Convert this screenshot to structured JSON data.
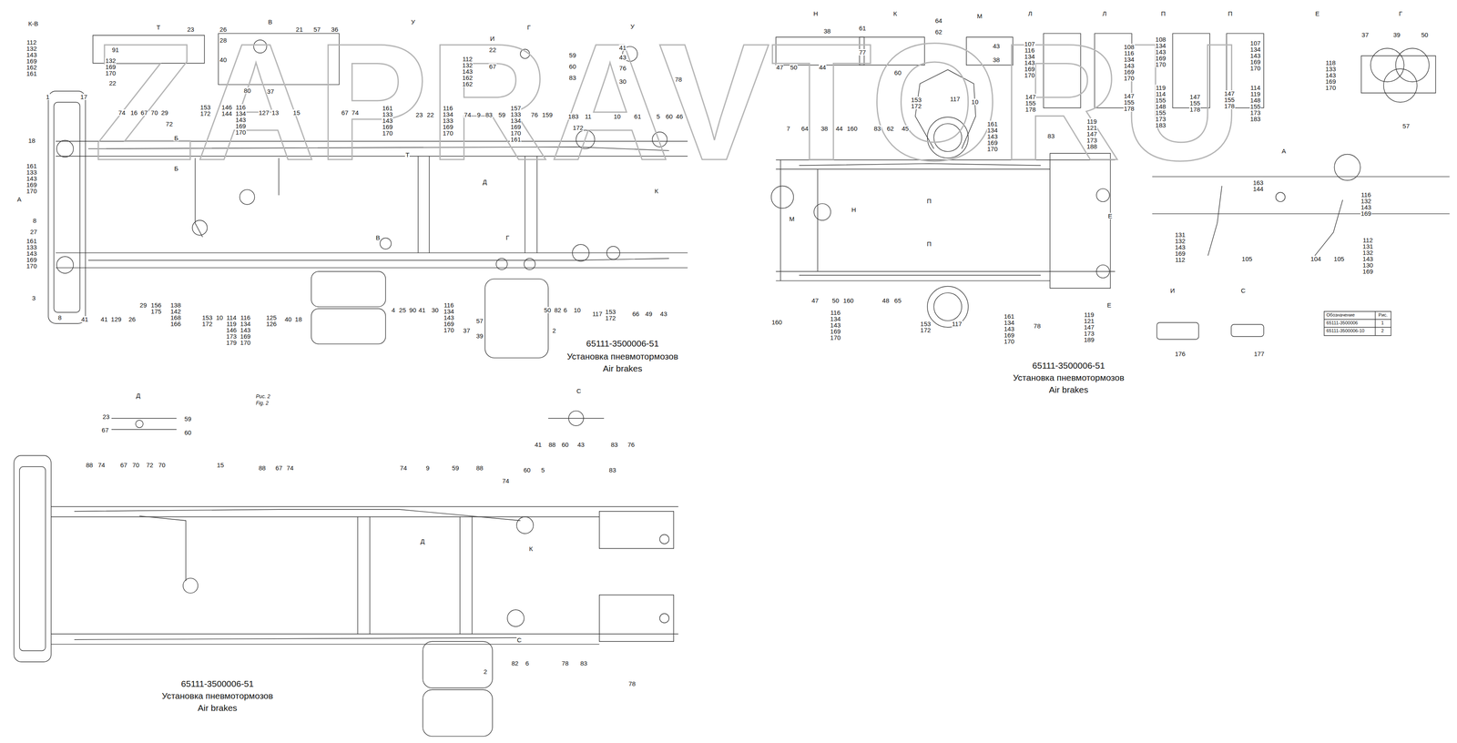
{
  "diagram": {
    "labels": [
      "ZAPRAVTORU",
      "К-В",
      "112 132 143 169 162 161",
      "Т",
      "23",
      "91",
      "132 169 170",
      "22",
      "В",
      "26",
      "28",
      "40",
      "21",
      "57",
      "36",
      "80",
      "37",
      "У",
      "112 132 143 162 162",
      "Г",
      "И",
      "22",
      "67",
      "59",
      "60",
      "83",
      "У",
      "41",
      "43",
      "76",
      "30",
      "78",
      "1",
      "17",
      "18",
      "161 133 143 169 170",
      "А",
      "8",
      "27",
      "161 133 143 169 170",
      "3",
      "8",
      "41",
      "41",
      "129",
      "26",
      "29",
      "156 175",
      "138 142 168 166",
      "153 172",
      "10",
      "114 119 146 173 179",
      "116 134 143 169 170",
      "125 126",
      "40",
      "18",
      "74",
      "16",
      "67",
      "70",
      "29",
      "72",
      "153 172",
      "146 144",
      "116 134 143 169 170",
      "127",
      "13",
      "15",
      "Б",
      "Б",
      "67",
      "74",
      "161 133 143 169 170",
      "23",
      "22",
      "116 134 133 169 170",
      "74",
      "9",
      "83",
      "59",
      "157 133 134 169 170 161",
      "76",
      "159",
      "183",
      "11",
      "10",
      "61",
      "5",
      "60",
      "46",
      "172",
      "Т",
      "Д",
      "К",
      "В",
      "Г",
      "4",
      "25",
      "90",
      "41",
      "30",
      "116 134 143 169 170",
      "37",
      "57",
      "39",
      "50",
      "82",
      "6",
      "10",
      "117",
      "153 172",
      "66",
      "49",
      "43",
      "2",
      "65111-3500006-51",
      "Установка пневмотормозов",
      "Air brakes",
      "Н",
      "38",
      "47",
      "50",
      "44",
      "К",
      "61",
      "64",
      "62",
      "77",
      "60",
      "М",
      "43",
      "38",
      "Л",
      "107 116 134 143 169 170",
      "147 155 178",
      "Л",
      "108 116 134 143 169 170",
      "147 155 178",
      "П",
      "108 134 143 169 170",
      "119 114 155 148 155 173 183",
      "147 155 178",
      "П",
      "107 134 143 169 170",
      "147 155 178",
      "114 119 148 155 173 183",
      "Е",
      "118 133 143 169 170",
      "Г",
      "37",
      "39",
      "50",
      "57",
      "7",
      "64",
      "38",
      "44",
      "160",
      "83",
      "62",
      "45",
      "153 172",
      "117",
      "10",
      "161 134 143 169 170",
      "83",
      "119 121 147 173 188",
      "М",
      "Н",
      "П",
      "П",
      "Е",
      "Е",
      "А",
      "163 144",
      "116 132 143 169",
      "131 132 143 169 112",
      "105",
      "104",
      "105",
      "112 131 132 143 130 169",
      "160",
      "47",
      "50",
      "116 134 143 169 170",
      "160",
      "48",
      "65",
      "153 172",
      "117",
      "161 134 143 169 170",
      "78",
      "119 121 147 173 189",
      "И",
      "С",
      "176",
      "177",
      "Обозначение",
      "Рис.",
      "65111-3500006",
      "1",
      "65111-3500006-10",
      "2",
      "65111-3500006-51",
      "Установка пневмотормозов",
      "Air brakes",
      "Рис. 2",
      "Fig. 2",
      "Д",
      "23",
      "59",
      "67",
      "60",
      "С",
      "41",
      "88",
      "60",
      "43",
      "83",
      "76",
      "88",
      "74",
      "67",
      "70",
      "72",
      "70",
      "15",
      "88",
      "67",
      "74",
      "74",
      "9",
      "59",
      "88",
      "74",
      "60",
      "5",
      "83",
      "Д",
      "К",
      "С",
      "82",
      "6",
      "78",
      "83",
      "78",
      "2",
      "65111-3500006-51",
      "Установка пневмотормозов",
      "Air brakes"
    ]
  }
}
